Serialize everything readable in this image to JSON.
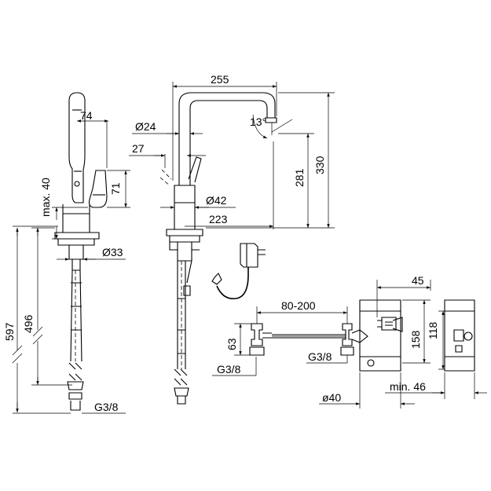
{
  "dimensions": {
    "d74": "74",
    "d71": "71",
    "max40": "max. 40",
    "d597": "597",
    "d496": "496",
    "d33": "Ø33",
    "g38_left": "G3/8",
    "d255": "255",
    "d24": "Ø24",
    "angle": "13°",
    "d27": "27",
    "d42": "Ø42",
    "d223": "223",
    "d281": "281",
    "d330": "330",
    "d80_200": "80-200",
    "d63": "63",
    "g38_mid": "G3/8",
    "g38_valve": "G3/8",
    "d45": "45",
    "d158": "158",
    "d118": "118",
    "d40": "ø40",
    "min46": "min. 46"
  }
}
